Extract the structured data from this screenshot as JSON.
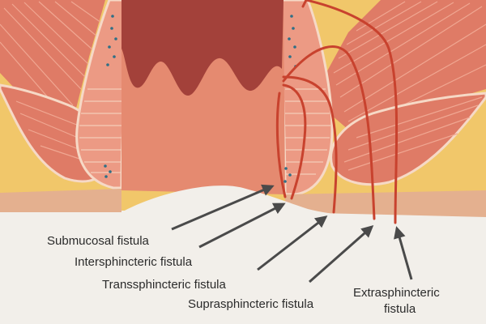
{
  "labels": {
    "submucosal": "Submucosal fistula",
    "intersphincteric": "Intersphincteric fistula",
    "transsphincteric": "Transsphincteric fistula",
    "suprasphincteric": "Suprasphincteric fistula",
    "extrasphincteric_line1": "Extrasphincteric",
    "extrasphincteric_line2": "fistula"
  },
  "colors": {
    "paper": "#f2efea",
    "fat": "#f1c76a",
    "muscle": "#df7b66",
    "muscle_light": "#ec9a84",
    "sphincter_outline": "#f6d9c6",
    "lumen": "#a3413a",
    "mucosa": "#e58a70",
    "skin": "#e4b08f",
    "fistula": "#c8422e",
    "arrow": "#4a4a4a",
    "gland_dots": "#2f6f86"
  }
}
